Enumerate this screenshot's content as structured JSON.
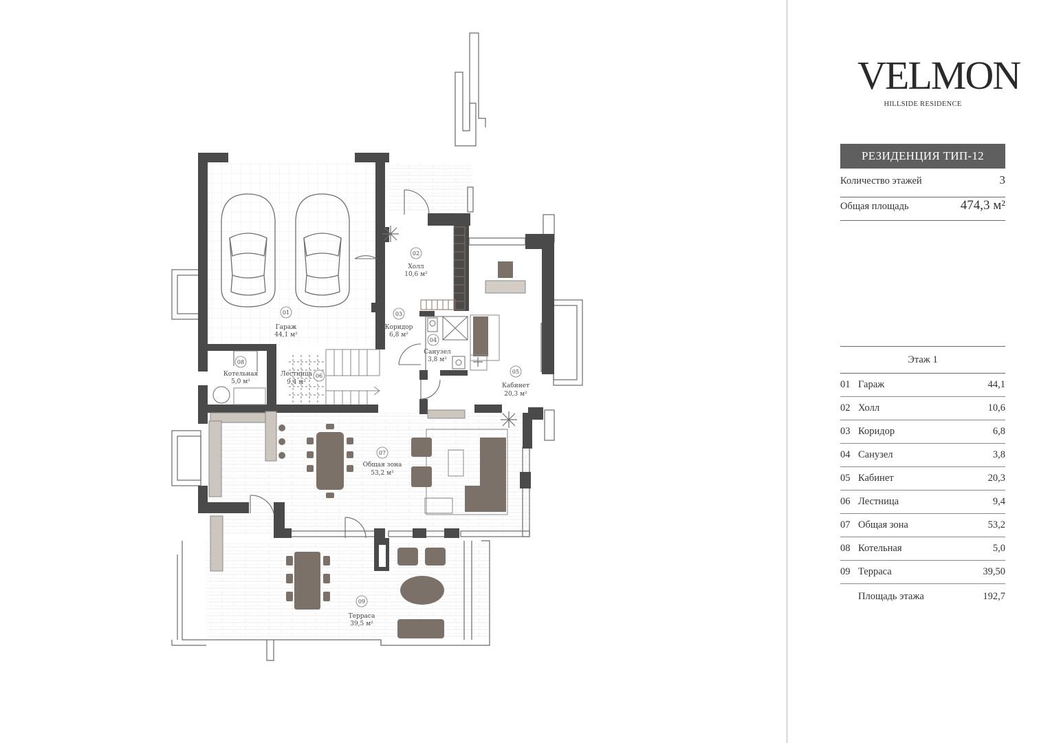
{
  "brand": {
    "name": "VELMON",
    "tagline": "HILLSIDE RESIDENCE"
  },
  "residence_type": "РЕЗИДЕНЦИЯ ТИП-12",
  "stats": [
    {
      "label": "Количество этажей",
      "value": "3"
    },
    {
      "label": "Общая площадь",
      "value": "474,3 м²"
    }
  ],
  "floor": {
    "title": "Этаж 1",
    "rooms": [
      {
        "num": "01",
        "name": "Гараж",
        "area": "44,1"
      },
      {
        "num": "02",
        "name": "Холл",
        "area": "10,6"
      },
      {
        "num": "03",
        "name": "Коридор",
        "area": "6,8"
      },
      {
        "num": "04",
        "name": "Санузел",
        "area": "3,8"
      },
      {
        "num": "05",
        "name": "Кабинет",
        "area": "20,3"
      },
      {
        "num": "06",
        "name": "Лестница",
        "area": "9,4"
      },
      {
        "num": "07",
        "name": "Общая зона",
        "area": "53,2"
      },
      {
        "num": "08",
        "name": "Котельная",
        "area": "5,0"
      },
      {
        "num": "09",
        "name": "Терраса",
        "area": "39,50"
      }
    ],
    "total_label": "Площадь этажа",
    "total_value": "192,7"
  },
  "plan_labels": {
    "r01": {
      "num": "01",
      "name": "Гараж",
      "area": "44,1 м²"
    },
    "r02": {
      "num": "02",
      "name": "Холл",
      "area": "10,6 м²"
    },
    "r03": {
      "num": "03",
      "name": "Коридор",
      "area": "6,8 м²"
    },
    "r04": {
      "num": "04",
      "name": "Санузел",
      "area": "3,8 м²"
    },
    "r05": {
      "num": "05",
      "name": "Кабинет",
      "area": "20,3 м²"
    },
    "r06": {
      "num": "06",
      "name": "Лестница",
      "area": "9,4 м²"
    },
    "r07": {
      "num": "07",
      "name": "Общая зона",
      "area": "53,2 м²"
    },
    "r08": {
      "num": "08",
      "name": "Котельная",
      "area": "5,0 м²"
    },
    "r09": {
      "num": "09",
      "name": "Терраса",
      "area": "39,5 м²"
    }
  },
  "colors": {
    "wall": "#4a4a4a",
    "furniture": "#7b7169",
    "panel_bar": "#5f5f5f"
  }
}
